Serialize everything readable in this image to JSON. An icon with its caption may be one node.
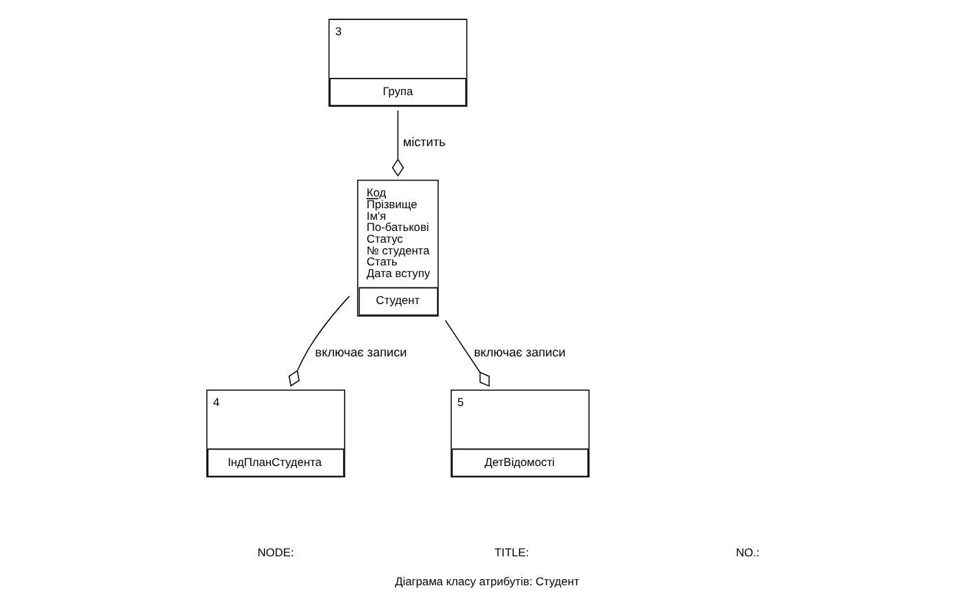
{
  "diagram": {
    "title": "Діаграма класу атрибутів: Студент",
    "nodes": [
      {
        "text": [
          "3",
          "Група"
        ]
      },
      {
        "text": [
          "Код",
          "Прізвище",
          "Ім'я",
          "По-батькові",
          "Статус",
          "№ студента",
          "Стать",
          "Дата вступу",
          "Студент"
        ]
      },
      {
        "text": [
          "4",
          "ІндПланСтудента"
        ]
      },
      {
        "text": [
          "5",
          "ДетВідомості"
        ]
      }
    ],
    "edges": [
      {
        "from": 0,
        "to": 1,
        "arrow": "other",
        "label": "містить"
      },
      {
        "from": 1,
        "to": 2,
        "arrow": "other",
        "label": "включає записи"
      },
      {
        "from": 1,
        "to": 3,
        "arrow": "other",
        "label": "включає записи"
      }
    ],
    "labels": [
      "NODE:",
      "TITLE:",
      "NO.:"
    ]
  }
}
